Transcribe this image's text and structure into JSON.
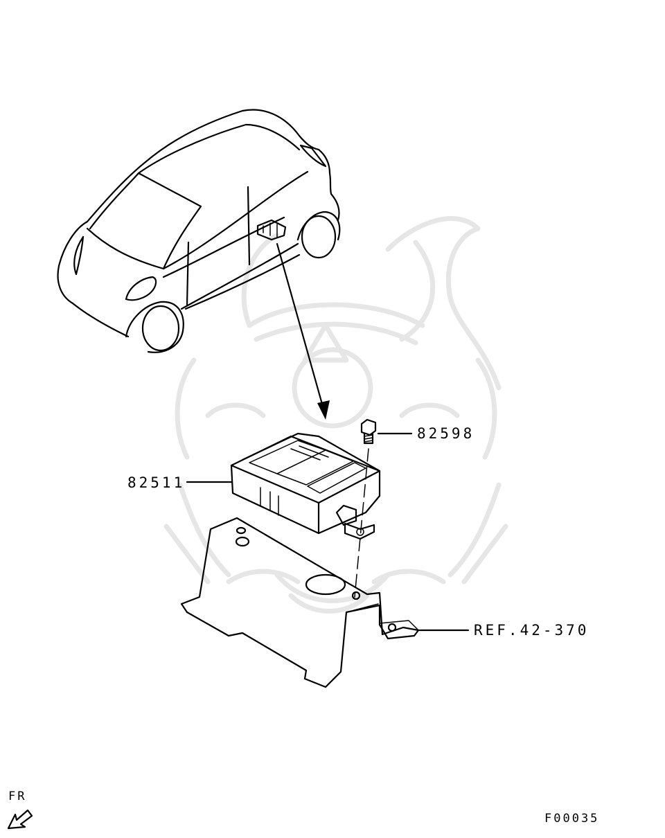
{
  "labels": {
    "bolt_part": "82598",
    "unit_part": "82511",
    "reference": "REF.42-370",
    "orientation": "FR",
    "figure_code": "F00035"
  },
  "icons": {
    "watermark": "samurai-helmet-watermark-icon",
    "front_arrow": "front-direction-arrow-icon"
  }
}
